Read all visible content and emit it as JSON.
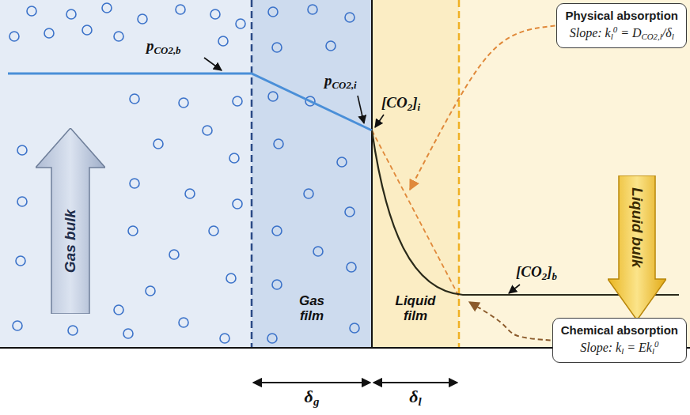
{
  "diagram": {
    "nodes": [
      {
        "text": [
          "Physical absorption",
          "Slope: kl0 = DCO2,l/δl"
        ]
      },
      {
        "text": [
          "Gas bulk"
        ]
      },
      {
        "text": [
          "Liquid bulk"
        ]
      },
      {
        "text": [
          "Chemical absorption",
          "Slope: kl = Ekl0"
        ]
      }
    ],
    "labels": [
      "pCO2,b",
      "pCO2,i",
      "[CO2]i",
      "[CO2]b",
      "Gas film",
      "Liquid film",
      "δg",
      "δl"
    ]
  }
}
